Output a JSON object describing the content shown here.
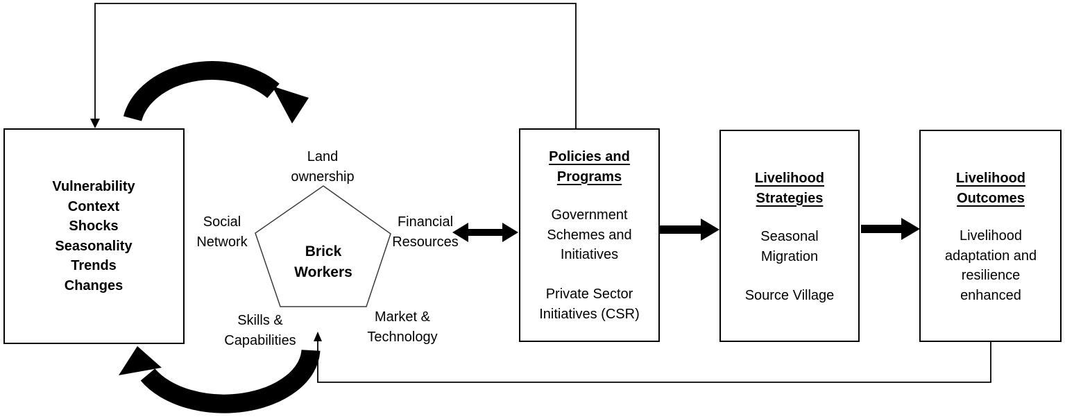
{
  "colors": {
    "ink": "#000000",
    "pentagon_stroke": "#3a3a3a",
    "background": "#ffffff"
  },
  "vulnerability_box": {
    "lines": [
      "Vulnerability",
      "Context",
      "Shocks",
      "Seasonality",
      "Trends",
      "Changes"
    ]
  },
  "pentagon": {
    "core": [
      "Brick",
      "Workers"
    ],
    "labels": {
      "top": [
        "Land",
        "ownership"
      ],
      "left": [
        "Social",
        "Network"
      ],
      "right": [
        "Financial",
        "Resources"
      ],
      "bottom_left": [
        "Skills &",
        "Capabilities"
      ],
      "bottom_right": [
        "Market &",
        "Technology"
      ]
    }
  },
  "policies_box": {
    "title": [
      "Policies and",
      "Programs"
    ],
    "body1": [
      "Government",
      "Schemes and",
      "Initiatives"
    ],
    "body2": [
      "Private Sector",
      "Initiatives (CSR)"
    ]
  },
  "strategies_box": {
    "title": [
      "Livelihood",
      "Strategies"
    ],
    "body1": [
      "Seasonal",
      "Migration"
    ],
    "body2": [
      "Source Village"
    ]
  },
  "outcomes_box": {
    "title": [
      "Livelihood",
      "Outcomes"
    ],
    "body1": [
      "Livelihood",
      "adaptation and",
      "resilience",
      "enhanced"
    ]
  },
  "icons": {
    "top_feedback_arrow": "curved-arrow-clockwise",
    "bottom_feedback_arrow": "curved-arrow-counterclockwise",
    "pentagon_policies_link": "double-headed-arrow",
    "flow_arrows": "right-arrow"
  }
}
